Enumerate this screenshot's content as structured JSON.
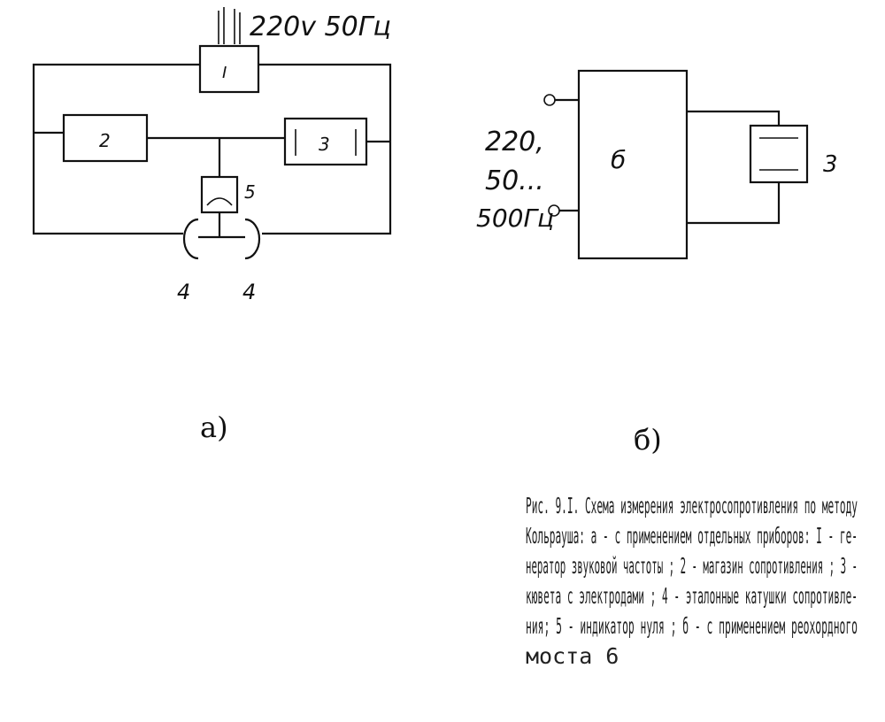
{
  "diagram_a": {
    "supply_label": "220v 50Гц",
    "block1_label": "I",
    "block2_label": "2",
    "block3_label": "3",
    "indicator_label": "5",
    "coil_left_label": "4",
    "coil_right_label": "4",
    "panel_label": "а)"
  },
  "diagram_b": {
    "input_labels": [
      "220,",
      "50...",
      "500Гц"
    ],
    "bridge_label": "б",
    "cuvette_label": "3",
    "panel_label": "б)"
  },
  "caption": {
    "lines": [
      "Рис. 9.I. Схема измерения электросопротивления по методу",
      "Кольрауша: а - с применением отдельных приборов: I - ге-",
      "нератор звуковой частоты ; 2 - магазин сопротивления ; 3 -",
      "кювета с электродами ; 4 - эталонные катушки сопротивле-",
      "ния; 5 - индикатор нуля ;  б - с применением реохордного",
      "моста 6"
    ]
  }
}
